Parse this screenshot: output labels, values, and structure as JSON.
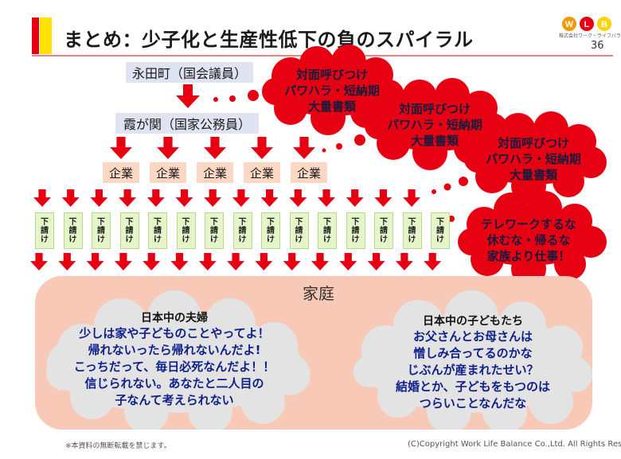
{
  "header": {
    "title": "まとめ：少子化と生産性低下の負のスパイラル",
    "page_number": "36",
    "logo_letters": [
      "W",
      "L",
      "B"
    ],
    "logo_subtitle": "株式会社ワーク・ライフバランス"
  },
  "hierarchy": {
    "parliament": "永田町（国会議員）",
    "bureaucracy": "霞が関（国家公務員）",
    "company_label": "企業",
    "subcontractor_label": [
      "下",
      "請",
      "け"
    ]
  },
  "red_clouds": [
    {
      "lines": [
        "対面呼びつけ",
        "パワハラ・短納期",
        "大量書類"
      ]
    },
    {
      "lines": [
        "対面呼びつけ",
        "パワハラ・短納期",
        "大量書類"
      ]
    },
    {
      "lines": [
        "対面呼びつけ",
        "パワハラ・短納期",
        "大量書類"
      ]
    },
    {
      "lines": [
        "テレワークするな",
        "休むな・帰るな",
        "家族より仕事！"
      ]
    }
  ],
  "family": {
    "label": "家庭",
    "couples": {
      "title": "日本中の夫婦",
      "lines": [
        "少しは家や子どものことやってよ！",
        "帰れないったら帰れないんだよ!",
        "こっちだって、毎日必死なんだよ！！",
        "信じられない。あなたと二人目の",
        "子なんて考えられない"
      ]
    },
    "children": {
      "title": "日本中の子どもたち",
      "lines": [
        "お父さんとお母さんは",
        "憎しみ合ってるのかな",
        "じぶんが産まれたせい？",
        "結婚とか、子どもをもつのは",
        "つらいことなんだな"
      ]
    }
  },
  "footer": {
    "note": "※本資料の無断転載を禁じます。",
    "copyright": "(C)Copyright  Work Life Balance Co.,Ltd. All Rights Reserved."
  },
  "colors": {
    "accent_red": "#e60012",
    "accent_yellow": "#ffe100",
    "box_blue": "#dfe3f2",
    "box_peach": "#fbd7c4",
    "family_bg": "#f8c9b6",
    "sub_green": "#e6f5c9",
    "text_blue": "#0d1f8a"
  }
}
